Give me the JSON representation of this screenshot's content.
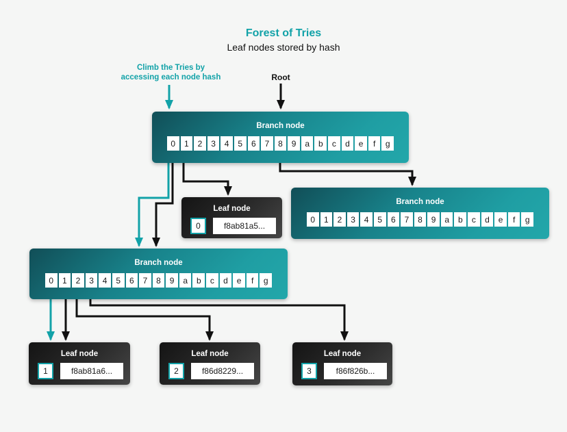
{
  "colors": {
    "teal": "#12a2a8",
    "black": "#111111",
    "background": "#f5f6f5"
  },
  "header": {
    "title": "Forest of Tries",
    "subtitle": "Leaf nodes stored by hash"
  },
  "annotations": {
    "climb_line1": "Climb the Tries by",
    "climb_line2": "accessing each node hash",
    "root": "Root"
  },
  "branch_nodes": {
    "top": {
      "title": "Branch node",
      "cells": [
        "0",
        "1",
        "2",
        "3",
        "4",
        "5",
        "6",
        "7",
        "8",
        "9",
        "a",
        "b",
        "c",
        "d",
        "e",
        "f",
        "g"
      ]
    },
    "right": {
      "title": "Branch node",
      "cells": [
        "0",
        "1",
        "2",
        "3",
        "4",
        "5",
        "6",
        "7",
        "8",
        "9",
        "a",
        "b",
        "c",
        "d",
        "e",
        "f",
        "g"
      ]
    },
    "left": {
      "title": "Branch node",
      "cells": [
        "0",
        "1",
        "2",
        "3",
        "4",
        "5",
        "6",
        "7",
        "8",
        "9",
        "a",
        "b",
        "c",
        "d",
        "e",
        "f",
        "g"
      ]
    }
  },
  "leaf_nodes": {
    "leaf0": {
      "title": "Leaf node",
      "index": "0",
      "hash": "f8ab81a5..."
    },
    "leaf1": {
      "title": "Leaf node",
      "index": "1",
      "hash": "f8ab81a6..."
    },
    "leaf2": {
      "title": "Leaf node",
      "index": "2",
      "hash": "f86d8229..."
    },
    "leaf3": {
      "title": "Leaf node",
      "index": "3",
      "hash": "f86f826b..."
    }
  }
}
